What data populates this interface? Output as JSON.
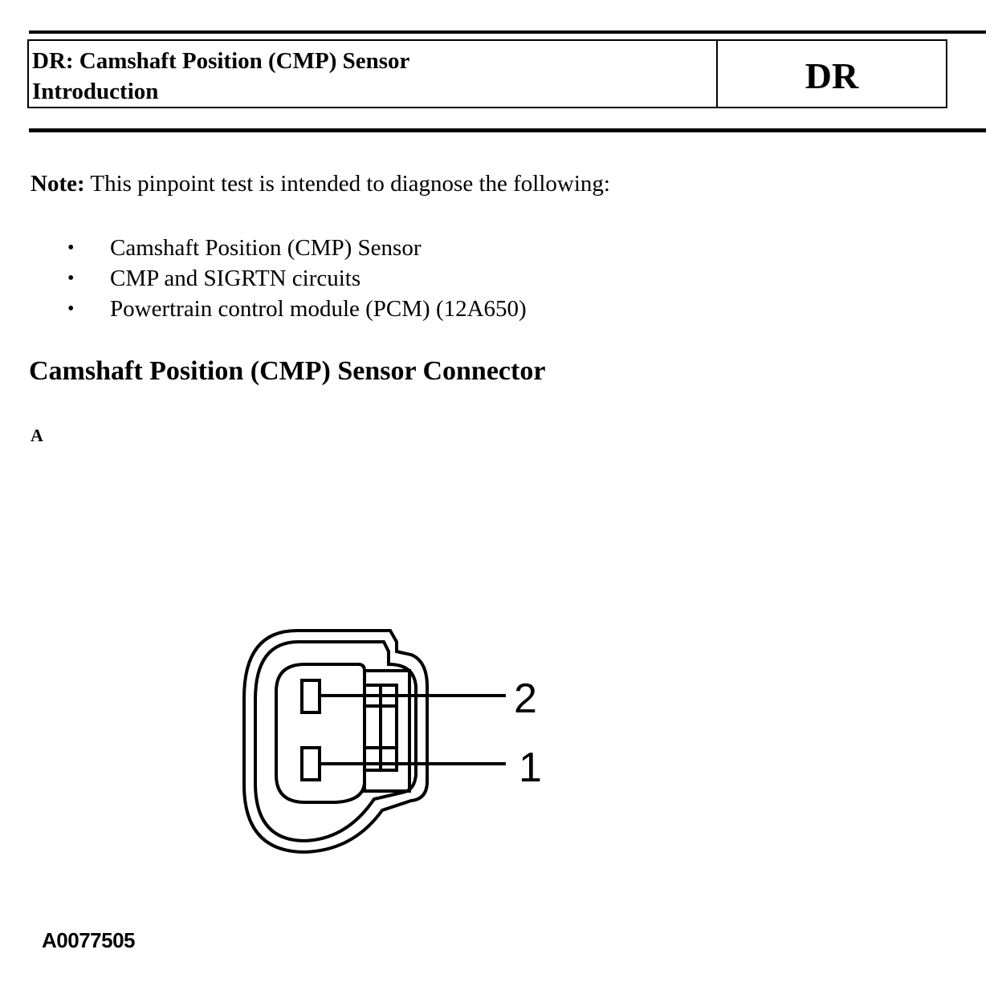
{
  "header": {
    "title_line1": "DR: Camshaft Position (CMP) Sensor",
    "title_line2": "Introduction",
    "code": "DR"
  },
  "note": {
    "label": "Note:",
    "text": " This pinpoint test is intended to diagnose the following:"
  },
  "bullets": [
    "Camshaft Position (CMP) Sensor",
    "CMP and SIGRTN circuits",
    "Powertrain control module (PCM) (12A650)"
  ],
  "section": {
    "heading": "Camshaft Position (CMP) Sensor Connector",
    "view_label": "A"
  },
  "diagram": {
    "pins": [
      {
        "label": "2"
      },
      {
        "label": "1"
      }
    ],
    "figure_id": "A0077505"
  }
}
